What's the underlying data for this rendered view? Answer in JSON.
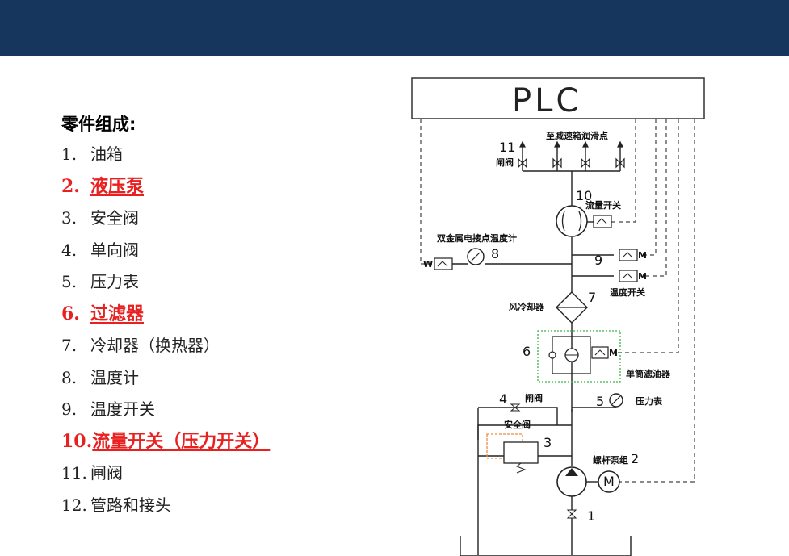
{
  "parts": {
    "title": "零件组成:",
    "items": [
      {
        "num": "1.",
        "text": "油箱",
        "highlight": false
      },
      {
        "num": "2.",
        "text": "液压泵",
        "highlight": true
      },
      {
        "num": "3.",
        "text": "安全阀",
        "highlight": false
      },
      {
        "num": "4.",
        "text": "单向阀",
        "highlight": false
      },
      {
        "num": "5.",
        "text": "压力表",
        "highlight": false
      },
      {
        "num": "6.",
        "text": "过滤器",
        "highlight": true
      },
      {
        "num": "7.",
        "text": "冷却器（换热器）",
        "highlight": false
      },
      {
        "num": "8.",
        "text": "温度计",
        "highlight": false
      },
      {
        "num": "9.",
        "text": "温度开关",
        "highlight": false
      },
      {
        "num": "10.",
        "text": "流量开关（压力开关）",
        "highlight": true
      },
      {
        "num": "11.",
        "text": "闸阀",
        "highlight": false
      },
      {
        "num": "12.",
        "text": "管路和接头",
        "highlight": false
      }
    ]
  },
  "diagram": {
    "plc": "PLC",
    "lubrication_points": "至减速箱润滑点",
    "gate_valve_11": "闸阀",
    "flow_switch": "流量开关",
    "thermometer": "双金属电接点温度计",
    "temp_switch": "温度开关",
    "air_cooler": "风冷却器",
    "filter": "单筒滤油器",
    "gate_valve_4": "闸阀",
    "safety_valve": "安全阀",
    "pressure_gauge": "压力表",
    "pump_unit": "螺杆泵组",
    "motor": "M",
    "sensor_m": "M",
    "sensor_w": "W",
    "n1": "1",
    "n2": "2",
    "n3": "3",
    "n4": "4",
    "n5": "5",
    "n6": "6",
    "n7": "7",
    "n8": "8",
    "n9": "9",
    "n10": "10",
    "n11": "11"
  },
  "colors": {
    "header": "#17365d",
    "highlight": "#e8201f",
    "filter_box": "#3cb44b",
    "safety_box": "#f08a3c"
  }
}
